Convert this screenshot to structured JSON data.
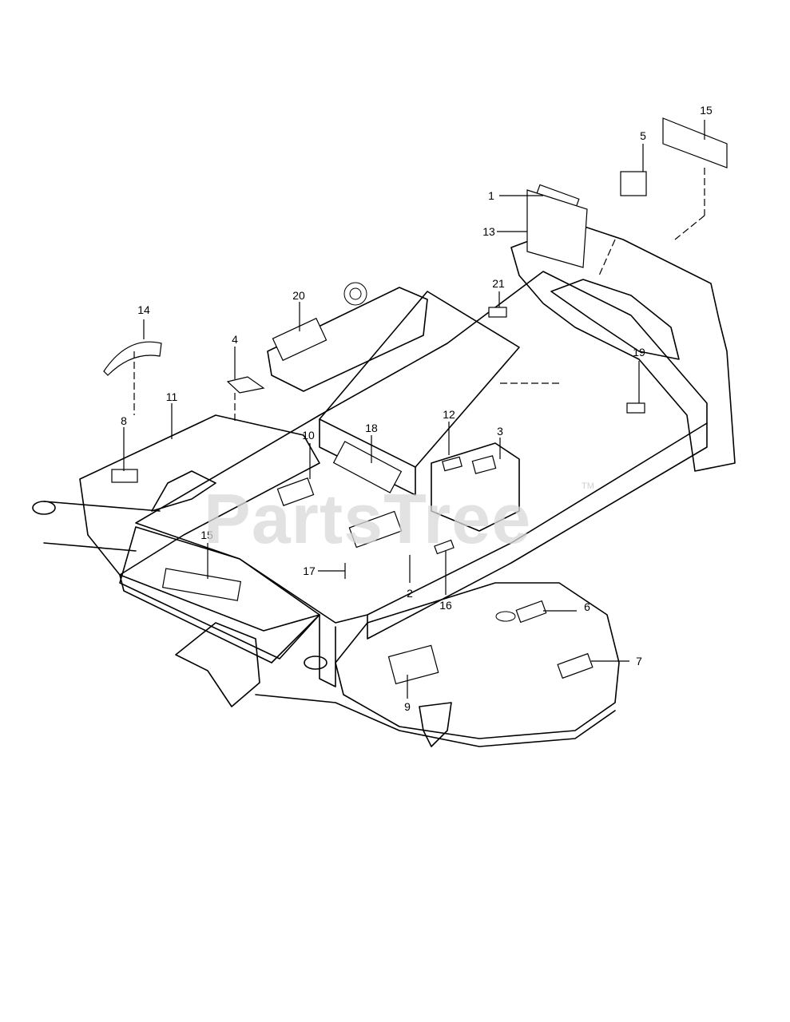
{
  "watermark": {
    "text": "PartsTree",
    "tm": "TM",
    "color": "#d9d9d9"
  },
  "callouts": [
    "1",
    "2",
    "3",
    "4",
    "5",
    "6",
    "7",
    "8",
    "9",
    "10",
    "11",
    "12",
    "13",
    "14",
    "15",
    "15",
    "16",
    "17",
    "18",
    "19",
    "20",
    "21"
  ]
}
